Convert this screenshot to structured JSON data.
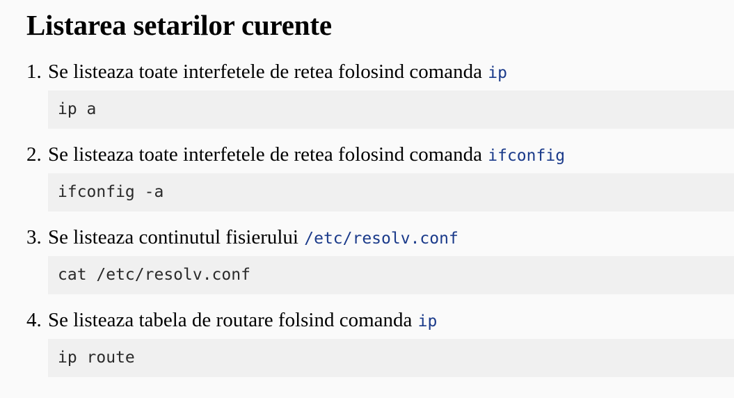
{
  "heading": "Listarea setarilor curente",
  "steps": [
    {
      "number": "1.",
      "text": "Se listeaza toate interfetele de retea folosind comanda ",
      "inline_code": "ip",
      "code": "ip a"
    },
    {
      "number": "2.",
      "text": "Se listeaza toate interfetele de retea folosind comanda ",
      "inline_code": "ifconfig",
      "code": "ifconfig -a"
    },
    {
      "number": "3.",
      "text": "Se listeaza continutul fisierului ",
      "inline_code": "/etc/resolv.conf",
      "code": "cat /etc/resolv.conf"
    },
    {
      "number": "4.",
      "text": "Se listeaza tabela de routare folsind comanda ",
      "inline_code": "ip",
      "code": "ip route"
    }
  ],
  "colors": {
    "inline_code": "#1a3a8a",
    "code_background": "#f0f0f0",
    "page_background": "#fafafa"
  }
}
